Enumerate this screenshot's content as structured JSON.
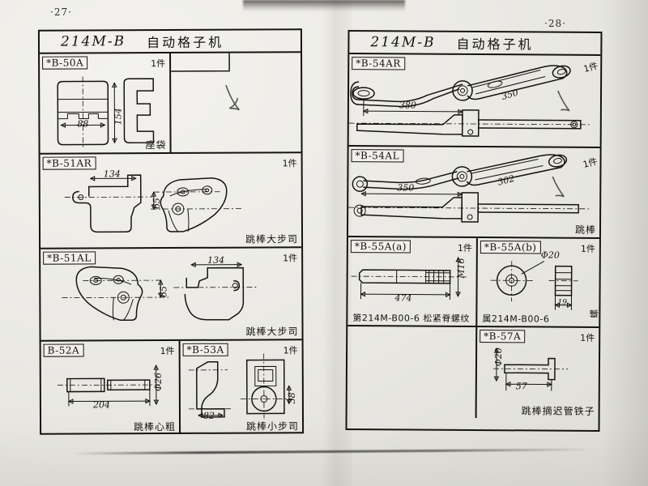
{
  "document": {
    "kind": "scanned-parts-catalog-page",
    "left_page_number": "·27·",
    "right_page_number": "·28·"
  },
  "left_sheet": {
    "title": {
      "code": "214M-B",
      "name": "自动格子机"
    },
    "cells": [
      {
        "tag": "*B-50A",
        "qty": "1件",
        "note": "座袋",
        "dims": {
          "width": "88",
          "height": "154"
        }
      },
      {
        "tag": "*B-51AR",
        "qty": "1件",
        "note": "跳棒大步司",
        "dims": {
          "length": "134",
          "height": "65"
        }
      },
      {
        "tag": "*B-51AL",
        "qty": "1件",
        "note": "跳棒大步司",
        "dims": {
          "length": "134",
          "height": "65"
        }
      },
      {
        "tag": "B-52A",
        "qty": "1件",
        "note": "跳棒心粗",
        "dims": {
          "length": "204",
          "diameter": "Φ26"
        }
      },
      {
        "tag": "*B-53A",
        "qty": "1件",
        "note": "跳棒小步司",
        "dims": {
          "width": "82",
          "height": "38"
        }
      }
    ]
  },
  "right_sheet": {
    "title": {
      "code": "214M-B",
      "name": "自动格子机"
    },
    "cells": [
      {
        "tag": "*B-54AR",
        "qty": "1件",
        "note": "跳棒",
        "dims": {
          "lower_arm": "380",
          "upper_arm": "350"
        }
      },
      {
        "tag": "*B-54AL",
        "qty": "1件",
        "note": "跳棒",
        "dims": {
          "lower_arm": "350",
          "upper_arm": "302"
        }
      },
      {
        "tag": "*B-55A(a)",
        "qty": "1件",
        "note": "第214M-B00-6 松紧脊螺纹",
        "dims": {
          "length": "474",
          "thread": "M16"
        }
      },
      {
        "tag": "*B-55A(b)",
        "qty": "1件",
        "note": "属214M-B00-6",
        "note_side": "螺",
        "dims": {
          "diameter": "Φ20",
          "thickness": "19"
        }
      },
      {
        "tag": "*B-57A",
        "qty": "1件",
        "note": "跳棒摘迟管铁子",
        "dims": {
          "diameter": "Φ20",
          "length": "57"
        }
      }
    ]
  }
}
